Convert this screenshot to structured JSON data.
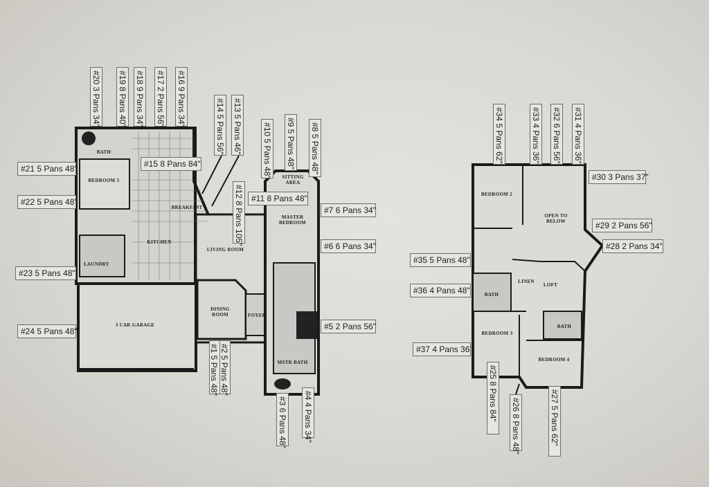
{
  "first_floor": {
    "rooms": {
      "bath": "BATH",
      "bedroom5": "BEDROOM 5",
      "breakfast": "BREAKFAST",
      "kitchen": "KITCHEN",
      "laundry": "LAUNDRY",
      "living_room": "LIVING ROOM",
      "dining_room": "DINING ROOM",
      "foyer": "FOYER",
      "garage": "3 CAR GARAGE",
      "sitting_area": "SITTING AREA",
      "master_bedroom": "MASTER BEDROOM",
      "master_bath": "MSTR BATH"
    },
    "windows": {
      "w1": "#1  5 Pans 48\"",
      "w2": "#2  5 Pans 48\"",
      "w3": "#3  6 Pans 48\"",
      "w4": "#4  4 Pans 34\"",
      "w5": "#5  2 Pans 56\"",
      "w6": "#6  6 Pans 34\"",
      "w7": "#7  6 Pans 34\"",
      "w8": "#8  5 Pans 48\"",
      "w9": "#9  5 Pans 48\"",
      "w10": "#10  5 Pans 48\"",
      "w11": "#11  8 Pans 48\"",
      "w12": "#12  8 Pans 105\"",
      "w13": "#13  5 Pans 46\"",
      "w14": "#14  5 Pans 56\"",
      "w15": "#15  8 Pans 84\"",
      "w16": "#16  9 Pans 34\"",
      "w17": "#17  2 Pans 56\"",
      "w18": "#18  9 Pans 34\"",
      "w19": "#19  8 Pans 40\"",
      "w20": "#20  3 Pans 34\"",
      "w21": "#21  5 Pans 48\"",
      "w22": "#22  5 Pans 48\"",
      "w23": "#23  5 Pans 48\"",
      "w24": "#24  5 Pans 48\""
    }
  },
  "second_floor": {
    "rooms": {
      "bedroom2": "BEDROOM 2",
      "open_below": "OPEN TO BELOW",
      "loft": "LOFT",
      "bath_a": "BATH",
      "bath_b": "BATH",
      "linen": "LINEN",
      "bedroom3": "BEDROOM 3",
      "bedroom4": "BEDROOM 4"
    },
    "windows": {
      "w25": "#25  8 Pans 84\"",
      "w26": "#26  8 Pans 48\"",
      "w27": "#27  5 Pans 62\"",
      "w28": "#28  2 Pans 34\"",
      "w29": "#29  2 Pans 56\"",
      "w30": "#30  3 Pans 37\"",
      "w31": "#31  4 Pans 36\"",
      "w32": "#32  6 Pans 56\"",
      "w33": "#33  4 Pans 36\"",
      "w34": "#34  5 Pans 62\"",
      "w35": "#35  5 Pans 48\"",
      "w36": "#36  4 Pans 48\"",
      "w37": "#37  4 Pans 36\""
    }
  }
}
